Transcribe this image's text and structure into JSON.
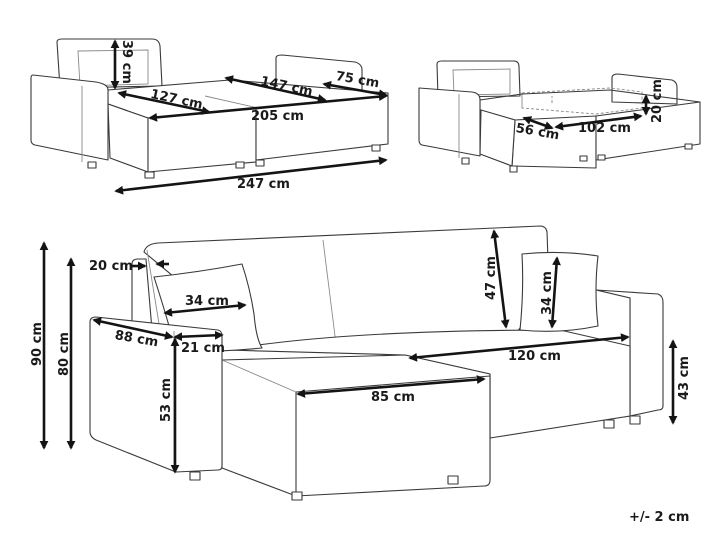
{
  "diagram": {
    "type": "product-dimension-drawing",
    "subject": "corner sofa bed",
    "tolerance": "+/- 2 cm",
    "views": [
      {
        "name": "top-left-open-bed-view",
        "dimensions": {
          "backrest_height": "39 cm",
          "bed_depth": "127 cm",
          "mattress_length": "147 cm",
          "chaise_depth": "75 cm",
          "bed_width": "205 cm",
          "total_width": "247 cm"
        }
      },
      {
        "name": "top-right-storage-view",
        "dimensions": {
          "storage_depth": "56 cm",
          "storage_width": "102 cm",
          "storage_height": "20 cm"
        }
      },
      {
        "name": "main-assembled-view",
        "dimensions": {
          "total_height": "90 cm",
          "back_height": "80 cm",
          "back_thickness": "20 cm",
          "pillow_width": "34 cm",
          "armrest_depth": "88 cm",
          "armrest_width": "21 cm",
          "armrest_height": "53 cm",
          "backrest_cushion_height": "47 cm",
          "pillow_height": "34 cm",
          "seat_width": "120 cm",
          "chaise_width": "85 cm",
          "seat_height": "43 cm"
        }
      }
    ]
  }
}
